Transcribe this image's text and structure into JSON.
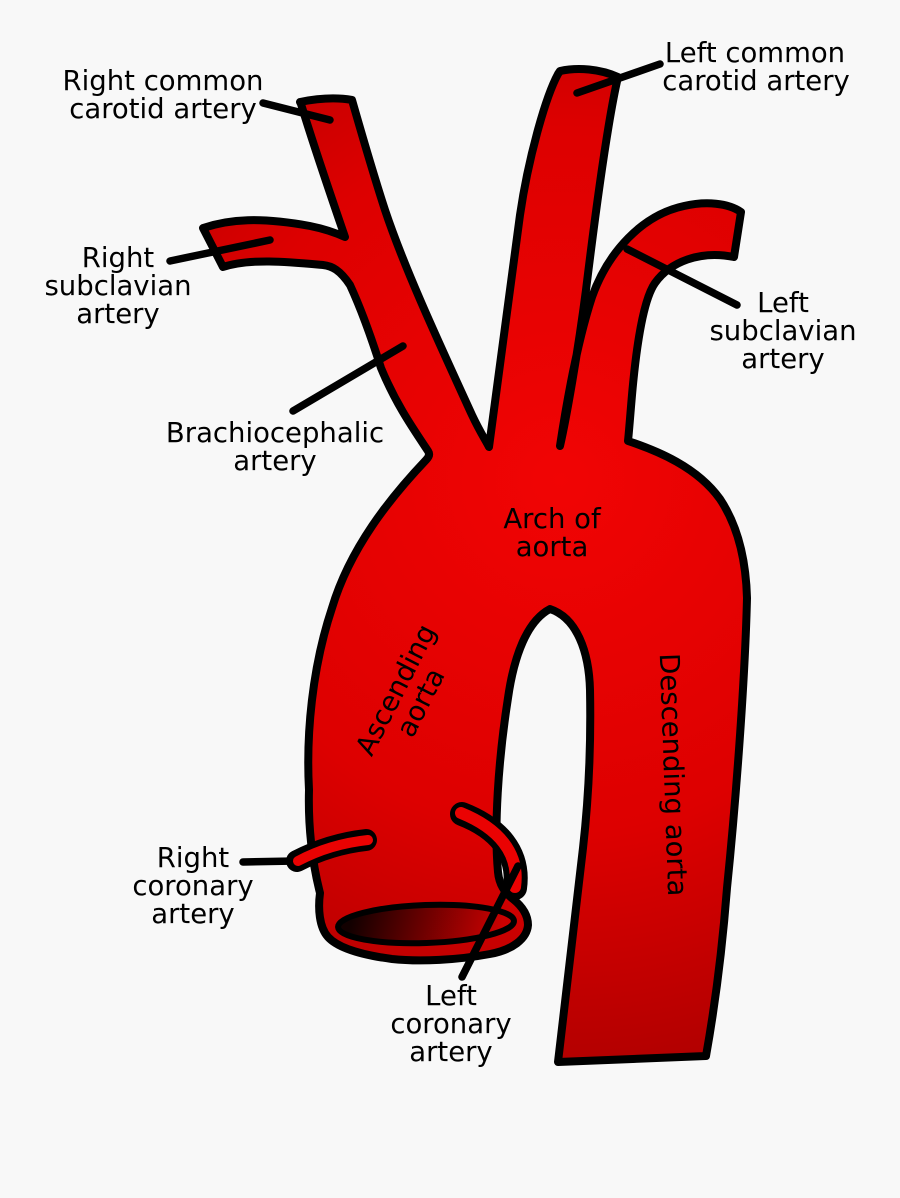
{
  "figure": {
    "kind": "anatomical-diagram",
    "subject": "Aorta and its branches"
  },
  "colors": {
    "background": "#f8f8f8",
    "outline": "#000000",
    "artery_bright": "#f10404",
    "artery_mid": "#dd0000",
    "artery_dark": "#a90000",
    "coronary_red": "#ea0202",
    "lumen_dark": "#120000",
    "lumen_red": "#cc0101",
    "text": "#000000"
  },
  "labels": {
    "right_common_carotid": {
      "lines": [
        "Right common",
        "carotid artery"
      ]
    },
    "left_common_carotid": {
      "lines": [
        "Left common",
        "carotid artery"
      ]
    },
    "right_subclavian": {
      "lines": [
        "Right",
        "subclavian",
        "artery"
      ]
    },
    "left_subclavian": {
      "lines": [
        "Left",
        "subclavian",
        "artery"
      ]
    },
    "brachiocephalic": {
      "lines": [
        "Brachiocephalic",
        "artery"
      ]
    },
    "arch_of_aorta": {
      "lines": [
        "Arch of",
        "aorta"
      ]
    },
    "ascending_aorta": {
      "lines": [
        "Ascending",
        "aorta"
      ]
    },
    "descending_aorta": {
      "lines": [
        "Descending aorta"
      ]
    },
    "right_coronary": {
      "lines": [
        "Right",
        "coronary",
        "artery"
      ]
    },
    "left_coronary": {
      "lines": [
        "Left",
        "coronary",
        "artery"
      ]
    }
  }
}
